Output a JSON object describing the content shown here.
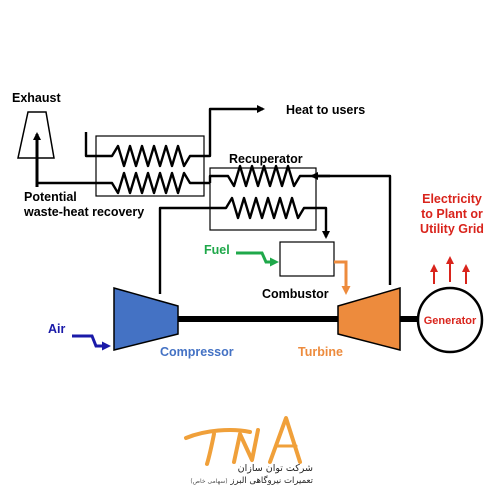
{
  "labels": {
    "exhaust": "Exhaust",
    "heat_to_users": "Heat to users",
    "recuperator": "Recuperator",
    "potential_recovery_line1": "Potential",
    "potential_recovery_line2": "waste-heat recovery",
    "fuel": "Fuel",
    "combustor": "Combustor",
    "air": "Air",
    "compressor": "Compressor",
    "turbine": "Turbine",
    "generator": "Generator",
    "electricity_line1": "Electricity",
    "electricity_line2": "to Plant or",
    "electricity_line3": "Utility Grid"
  },
  "logo": {
    "wordmark": "TNA",
    "name_line1": "شرکت توان سازان",
    "name_line2": "تعمیرات نیروگاهی البرز",
    "name_note": "(سهامی خاص)"
  },
  "colors": {
    "lines": "#000000",
    "compressor": "#4472c4",
    "turbine": "#ed8b3d",
    "fuel_arrow": "#1fa84a",
    "air_arrow": "#1a1aa8",
    "electricity": "#d9241c",
    "logo": "#f0a03a"
  }
}
